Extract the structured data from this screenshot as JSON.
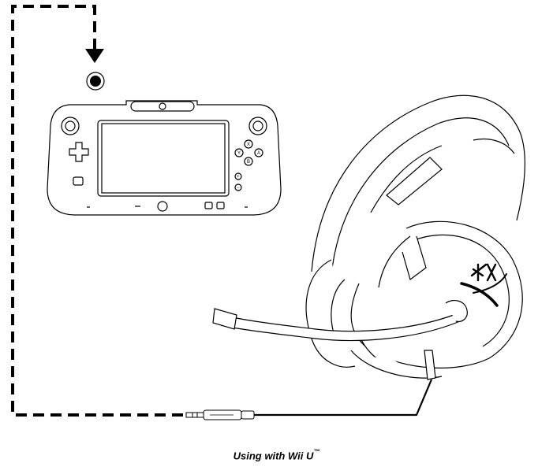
{
  "diagram": {
    "caption_text": "Using with Wii U",
    "caption_trademark": "™",
    "gamepad_buttons": {
      "x": "X",
      "a": "A",
      "y": "Y",
      "b": "B",
      "plus": "+",
      "minus": "−"
    },
    "colors": {
      "line": "#000000",
      "background": "#ffffff"
    }
  }
}
